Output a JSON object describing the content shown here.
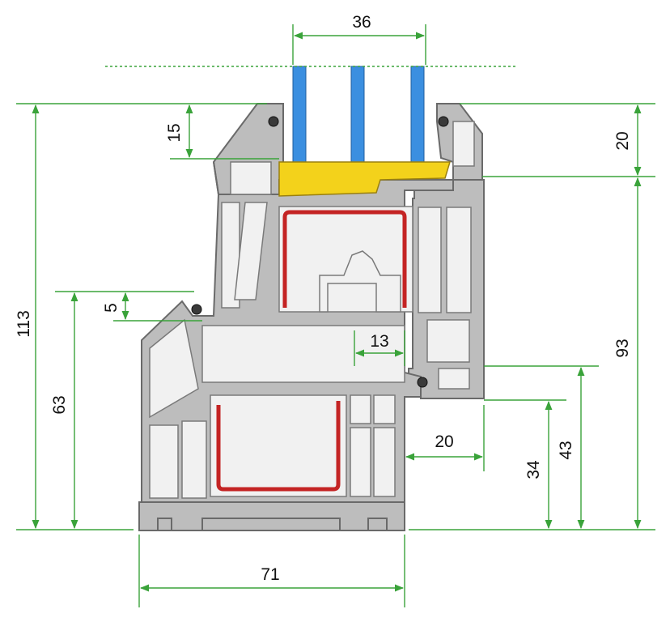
{
  "diagram": {
    "colors": {
      "dimension": "#3aa33a",
      "profile": "#bdbdbd",
      "reinforcement": "#c42424",
      "glass": "#3b8fe0",
      "glazing_bead": "#f3d21b"
    },
    "dimensions": {
      "glass_width": "36",
      "total_height": "113",
      "bead_height": "15",
      "top_offset": "20",
      "frame_height": "93",
      "sash_overlap": "5",
      "sash_height": "63",
      "sash_offset": "13",
      "rebate_depth": "20",
      "inner_height_a": "34",
      "inner_height_b": "43",
      "frame_width": "71"
    }
  }
}
